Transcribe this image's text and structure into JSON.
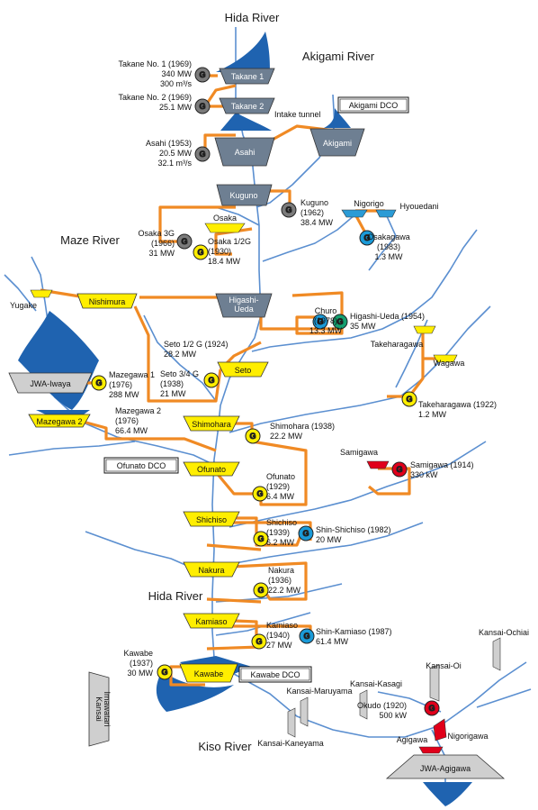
{
  "rivers": {
    "hida_top": "Hida River",
    "akigami": "Akigami River",
    "maze": "Maze River",
    "hida_mid": "Hida River",
    "kiso": "Kiso River"
  },
  "dcos": {
    "akigami": "Akigami DCO",
    "ofunato": "Ofunato DCO",
    "kawabe": "Kawabe DCO"
  },
  "misc": {
    "intake_tunnel": "Intake tunnel"
  },
  "colors": {
    "water": "#1f63b0",
    "river_line": "#5b8fd0",
    "pipe": "#f08a24",
    "dam_yellow": "#ffee00",
    "dam_gray": "#6e7f92",
    "dam_light": "#cfcfcf",
    "dam_blue": "#2a9bd6",
    "dam_red": "#e0001a",
    "gen_gray": "#7b7b7b",
    "gen_blue": "#1a9ad8",
    "gen_green": "#15a070",
    "gen_red": "#e0001a"
  },
  "dams": {
    "takane1": "Takane 1",
    "takane2": "Takane 2",
    "asahi": "Asahi",
    "akigami": "Akigami",
    "kuguno": "Kuguno",
    "osaka": "Osaka",
    "nigorigo": "Nigorigo",
    "hyouedani": "Hyouedani",
    "yugake": "Yugake",
    "nishimura": "Nishimura",
    "higashi_ueda": "Higashi-\nUeda",
    "jwa_iwaya": "JWA-Iwaya",
    "mazegawa2": "Mazegawa 2",
    "seto": "Seto",
    "takeharagawa": "Takeharagawa",
    "wagawa": "Wagawa",
    "shimohara": "Shimohara",
    "ofunato": "Ofunato",
    "samigawa": "Samigawa",
    "shichiso": "Shichiso",
    "nakura": "Nakura",
    "kamiaso": "Kamiaso",
    "kawabe": "Kawabe",
    "kansai_imawatari": "Kansai\nImawatari",
    "kansai_kaneyama": "Kansai-Kaneyama",
    "kansai_maruyama": "Kansai-Maruyama",
    "kansai_kasagi": "Kansai-Kasagi",
    "kansai_oi": "Kansai-Oi",
    "kansai_ochiai": "Kansai-Ochiai",
    "nigorigawa": "Nigorigawa",
    "agigawa": "Agigawa",
    "jwa_agigawa": "JWA-Agigawa"
  },
  "generator_symbol": "G",
  "plants": {
    "takane1": [
      "Takane No. 1 (1969)",
      "340 MW",
      "300 m³/s"
    ],
    "takane2": [
      "Takane No. 2 (1969)",
      "25.1 MW"
    ],
    "asahi": [
      "Asahi (1953)",
      "20.5 MW",
      "32.1 m³/s"
    ],
    "kuguno": [
      "Kuguno",
      "(1962)",
      "38.4 MW"
    ],
    "osaka3g": [
      "Osaka 3G",
      "(1966)",
      "31 MW"
    ],
    "osaka12g": [
      "Osaka 1/2G",
      "(1930)",
      "18.4 MW"
    ],
    "osakagawa": [
      "Osakagawa",
      "(1983)",
      "1.3 MW"
    ],
    "churo": [
      "Churo",
      "(1978)",
      "13.3 MW"
    ],
    "higashi_ueda": [
      "Higashi-Ueda (1954)",
      "35 MW"
    ],
    "seto12": [
      "Seto 1/2 G (1924)",
      "28.2 MW"
    ],
    "seto34": [
      "Seto 3/4 G",
      "(1938)",
      "21 MW"
    ],
    "mazegawa1": [
      "Mazegawa 1",
      "(1976)",
      "288 MW"
    ],
    "mazegawa2": [
      "Mazegawa 2",
      "(1976)",
      "66.4 MW"
    ],
    "takeharagawa": [
      "Takeharagawa (1922)",
      "1.2 MW"
    ],
    "shimohara": [
      "Shimohara (1938)",
      "22.2 MW"
    ],
    "samigawa": [
      "Samigawa (1914)",
      "330 kW"
    ],
    "ofunato": [
      "Ofunato",
      "(1929)",
      "6.4 MW"
    ],
    "shichiso": [
      "Shichiso",
      "(1939)",
      "6.2 MW"
    ],
    "shin_shichiso": [
      "Shin-Shichiso (1982)",
      "20 MW"
    ],
    "nakura": [
      "Nakura",
      "(1936)",
      "22.2 MW"
    ],
    "kamiaso": [
      "Kamiaso",
      "(1940)",
      "27 MW"
    ],
    "shin_kamiaso": [
      "Shin-Kamiaso (1987)",
      "61.4 MW"
    ],
    "kawabe": [
      "Kawabe",
      "(1937)",
      "30 MW"
    ],
    "okudo": [
      "Okudo (1920)",
      "500 kW"
    ]
  }
}
